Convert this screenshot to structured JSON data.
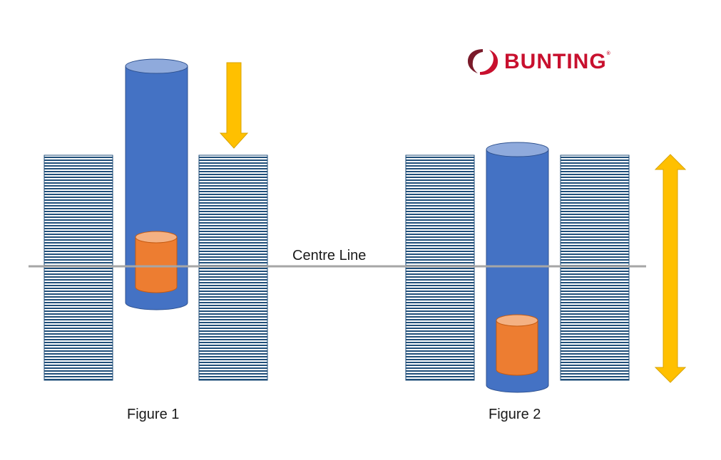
{
  "logo": {
    "brand_text": "BUNTING",
    "registered_mark": "®",
    "brand_color": "#c8102e",
    "brand_dark_color": "#7a1a2a"
  },
  "centre_line": {
    "label": "Centre Line",
    "color": "#a6a6a6"
  },
  "figures": [
    {
      "label": "Figure 1",
      "arrow": "down-arrow-icon"
    },
    {
      "label": "Figure 2",
      "arrow": "double-vertical-arrow-icon"
    }
  ],
  "colors": {
    "coil_stripe": "#1f4e79",
    "tube_body": "#4472c4",
    "tube_top": "#8faadc",
    "tube_edge": "#2f528f",
    "slug_body": "#ed7d31",
    "slug_top": "#f4b183",
    "slug_edge": "#c55a11",
    "arrow_fill": "#ffc000",
    "arrow_edge": "#d9a400"
  }
}
